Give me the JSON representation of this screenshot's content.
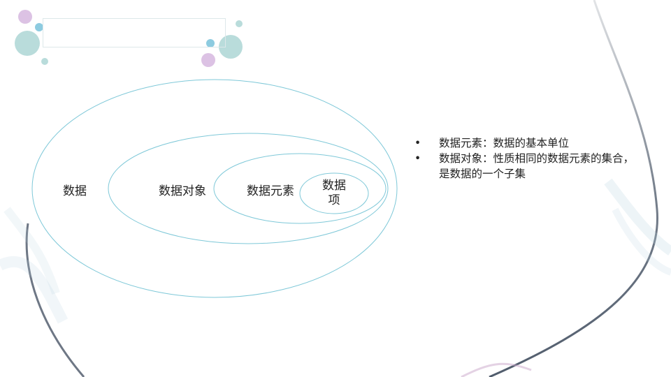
{
  "diagram": {
    "sets": [
      {
        "label": "数据"
      },
      {
        "label": "数据对象"
      },
      {
        "label": "数据元素"
      },
      {
        "label_line1": "数据",
        "label_line2": "项"
      }
    ]
  },
  "bullets": [
    {
      "text": "数据元素：数据的基本单位"
    },
    {
      "line1": "数据对象：性质相同的数据元素的集合，",
      "line2": "是数据的一个子集"
    }
  ],
  "colors": {
    "ellipse_stroke": "#7ec8d8",
    "circle_teal": "#b9dcdb",
    "circle_blue": "#8dcbe0",
    "circle_purple": "#dcc2e4",
    "feather_dark": "#3d4a5c"
  },
  "bullet_symbol": "•"
}
